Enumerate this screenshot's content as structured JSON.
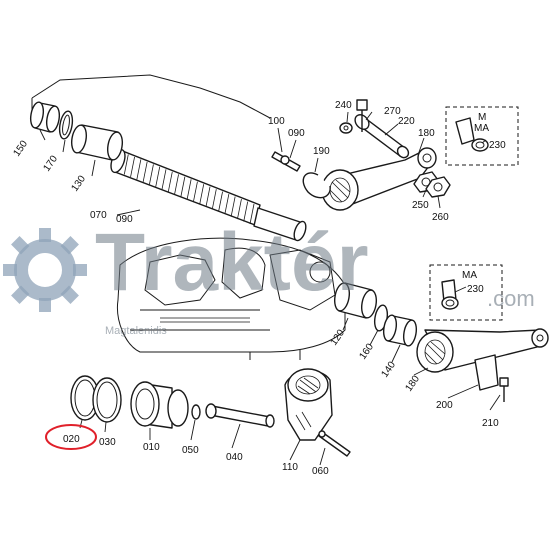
{
  "watermark": {
    "brand": "Traktér",
    "suffix": ".com",
    "author": "Magtalenidis",
    "gear_color": "#8fa3b8"
  },
  "highlight_color": "#e0202a",
  "callouts": {
    "p010": "010",
    "p020": "020",
    "p030": "030",
    "p040": "040",
    "p050": "050",
    "p060": "060",
    "p070": "070",
    "p090a": "090",
    "p090b": "090",
    "p100": "100",
    "p110": "110",
    "p120": "120",
    "p130": "130",
    "p140": "140",
    "p150": "150",
    "p160": "160",
    "p170": "170",
    "p180a": "180",
    "p180b": "180",
    "p190": "190",
    "p200": "200",
    "p210": "210",
    "p220": "220",
    "p230a": "230",
    "p230b": "230",
    "p240": "240",
    "p250": "250",
    "p260": "260",
    "p270": "270"
  },
  "boxes": {
    "m_box_line1": "M",
    "m_box_line2": "MA",
    "ma_box": "MA"
  }
}
